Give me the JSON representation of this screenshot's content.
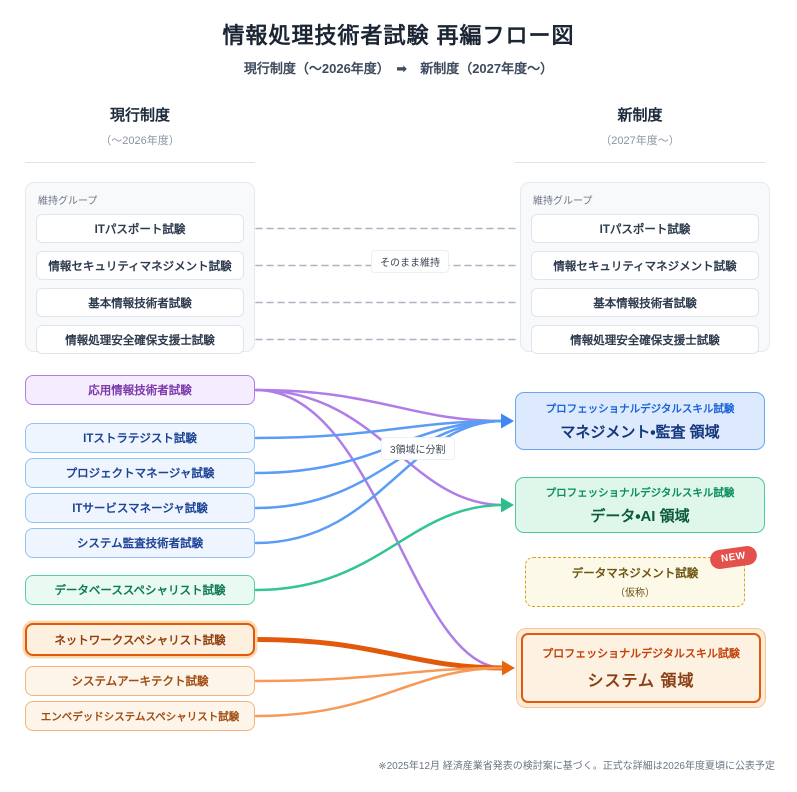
{
  "page": {
    "title": "情報処理技術者試験 再編フロー図",
    "subtitle": "現行制度（～2026年度）　➡　新制度（2027年度～）",
    "footnote": "※2025年12月 経済産業省発表の検討案に基づく。正式な詳細は2026年度夏頃に公表予定"
  },
  "columns": {
    "left": {
      "title": "現行制度",
      "subtitle": "（～2026年度）"
    },
    "right": {
      "title": "新制度",
      "subtitle": "（2027年度～）"
    }
  },
  "maintain_group": {
    "label": "維持グループ",
    "items": [
      {
        "label": "ITパスポート試験"
      },
      {
        "label": "情報セキュリティマネジメント試験"
      },
      {
        "label": "基本情報技術者試験"
      },
      {
        "label": "情報処理安全確保支援士試験"
      }
    ]
  },
  "current_exams": [
    {
      "label": "応用情報技術者試験"
    },
    {
      "label": "ITストラテジスト試験"
    },
    {
      "label": "プロジェクトマネージャ試験"
    },
    {
      "label": "ITサービスマネージャ試験"
    },
    {
      "label": "システム監査技術者試験"
    },
    {
      "label": "データベーススペシャリスト試験"
    },
    {
      "label": "ネットワークスペシャリスト試験"
    },
    {
      "label": "システムアーキテクト試験"
    },
    {
      "label": "エンベデッドシステムスペシャリスト試験"
    }
  ],
  "new_exams": {
    "management": {
      "header": "プロフェッショナルデジタルスキル試験",
      "title": "マネジメント・監査 領域"
    },
    "data_ai": {
      "header": "プロフェッショナルデジタルスキル試験",
      "title": "データ・AI 領域"
    },
    "data_mgmt": {
      "title": "データマネジメント試験",
      "subtitle": "（仮称）",
      "badge": "NEW"
    },
    "system": {
      "header": "プロフェッショナルデジタルスキル試験",
      "title": "システム 領域"
    }
  },
  "wire_labels": {
    "maintain": "そのまま維持",
    "split": "3領域に分割"
  },
  "colors": {
    "purple_line": "#b07ce8",
    "blue_line": "#5b9cf5",
    "green_line": "#35c493",
    "orange_line_strong": "#e2590b",
    "orange_line": "#f79a57",
    "dash_line": "#a9b4c4",
    "badge_red": "#e4504c"
  },
  "connections": [
    {
      "from": "keep-l-0",
      "to": "keep-r-0",
      "color": "#a9b4c4",
      "width": 1.5,
      "dash": "6 5"
    },
    {
      "from": "keep-l-1",
      "to": "keep-r-1",
      "color": "#a9b4c4",
      "width": 1.5,
      "dash": "6 5"
    },
    {
      "from": "keep-l-2",
      "to": "keep-r-2",
      "color": "#a9b4c4",
      "width": 1.5,
      "dash": "6 5"
    },
    {
      "from": "keep-l-3",
      "to": "keep-r-3",
      "color": "#a9b4c4",
      "width": 1.5,
      "dash": "6 5"
    },
    {
      "from": "exam-applied",
      "to": "box-management",
      "color": "#b07ce8",
      "width": 2.5
    },
    {
      "from": "exam-applied",
      "to": "box-data-ai",
      "color": "#b07ce8",
      "width": 2.5
    },
    {
      "from": "exam-applied",
      "to": "box-system",
      "color": "#b07ce8",
      "width": 2.5
    },
    {
      "from": "exam-strategist",
      "to": "box-management",
      "color": "#5b9cf5",
      "width": 2.5
    },
    {
      "from": "exam-pm",
      "to": "box-management",
      "color": "#5b9cf5",
      "width": 2.5
    },
    {
      "from": "exam-sm",
      "to": "box-management",
      "color": "#5b9cf5",
      "width": 2.5
    },
    {
      "from": "exam-audit",
      "to": "box-management",
      "color": "#5b9cf5",
      "width": 2.5
    },
    {
      "from": "exam-db",
      "to": "box-data-ai",
      "color": "#35c493",
      "width": 2.5
    },
    {
      "from": "exam-network",
      "to": "box-system",
      "color": "#e2590b",
      "width": 5
    },
    {
      "from": "exam-architect",
      "to": "box-system",
      "color": "#f79a57",
      "width": 2.5
    },
    {
      "from": "exam-embedded",
      "to": "box-system",
      "color": "#f79a57",
      "width": 2.5
    }
  ],
  "arrows": [
    {
      "at": "box-management",
      "color": "#4285f4"
    },
    {
      "at": "box-data-ai",
      "color": "#2ebd8d"
    },
    {
      "at": "box-system",
      "color": "#e8650f"
    }
  ]
}
